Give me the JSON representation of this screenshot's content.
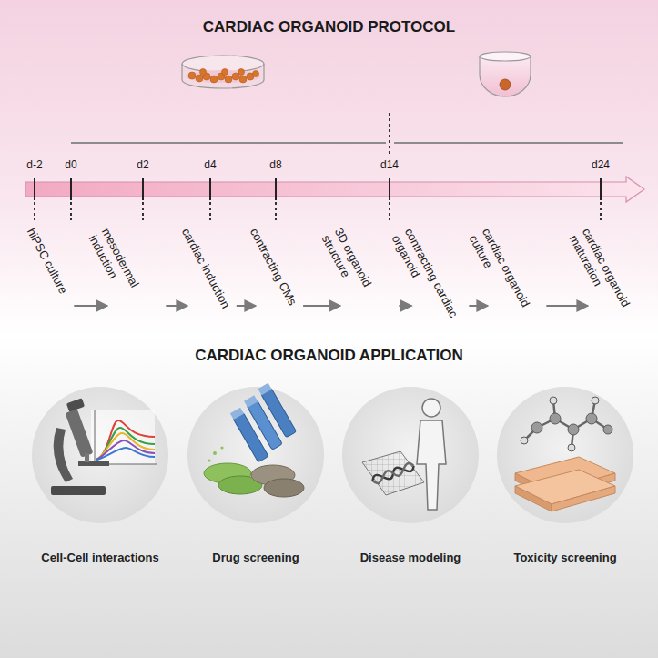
{
  "diagram": {
    "title": "CARDIAC ORGANOID PROTOCOL",
    "nodes": [
      {
        "text": [
          "hiPSC culture"
        ]
      },
      {
        "text": [
          "mesodermal induction"
        ]
      },
      {
        "text": [
          "cardiac induction"
        ]
      },
      {
        "text": [
          "contracting CMs"
        ]
      },
      {
        "text": [
          "3D organoid structure"
        ]
      },
      {
        "text": [
          "contracting cardiac organoid"
        ]
      },
      {
        "text": [
          "cardiac organoid culture"
        ]
      },
      {
        "text": [
          "cardiac organoid maturation"
        ]
      },
      {
        "text": [
          "Cell-Cell interactions"
        ]
      },
      {
        "text": [
          "Drug screening"
        ]
      },
      {
        "text": [
          "Disease modeling"
        ]
      },
      {
        "text": [
          "Toxicity screening"
        ]
      }
    ],
    "edges": [
      {
        "from": 0,
        "to": 1,
        "arrow": "to"
      },
      {
        "from": 1,
        "to": 2,
        "arrow": "to"
      },
      {
        "from": 2,
        "to": 3,
        "arrow": "to"
      },
      {
        "from": 3,
        "to": 4,
        "arrow": "to"
      },
      {
        "from": 4,
        "to": 5,
        "arrow": "to"
      },
      {
        "from": 5,
        "to": 6,
        "arrow": "to"
      },
      {
        "from": 6,
        "to": 7,
        "arrow": "to"
      }
    ],
    "labels": [
      "d-2",
      "d0",
      "d2",
      "d4",
      "d8",
      "d14",
      "d24",
      "CARDIAC ORGANOID APPLICATION"
    ]
  }
}
